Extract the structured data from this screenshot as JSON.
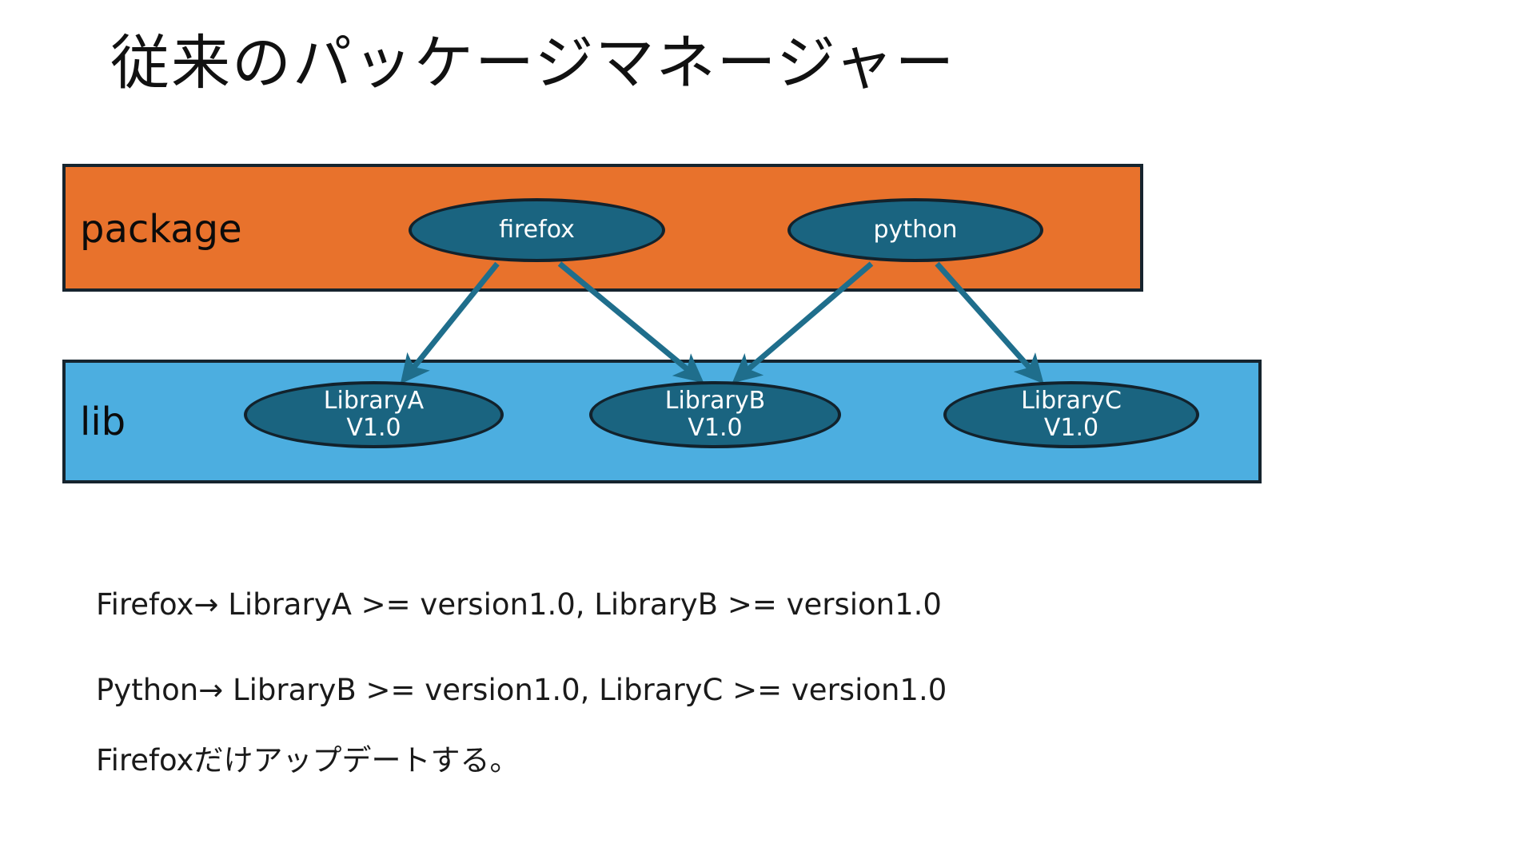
{
  "slide": {
    "title": "従来のパッケージマネージャー",
    "background_color": "#FFFFFF"
  },
  "layers": {
    "package": {
      "label": "package",
      "fill_color": "#E8722C",
      "border_color": "#16242E"
    },
    "lib": {
      "label": "lib",
      "fill_color": "#4CAEE0",
      "border_color": "#16242E"
    }
  },
  "nodes": {
    "firefox": {
      "line1": "firefox",
      "line2": ""
    },
    "python": {
      "line1": "python",
      "line2": ""
    },
    "libraryA": {
      "line1": "LibraryA",
      "line2": "V1.0"
    },
    "libraryB": {
      "line1": "LibraryB",
      "line2": "V1.0"
    },
    "libraryC": {
      "line1": "LibraryC",
      "line2": "V1.0"
    }
  },
  "node_style": {
    "fill_color": "#1A6480",
    "border_color": "#12222C",
    "text_color": "#FFFFFF"
  },
  "edges": [
    {
      "from": "firefox",
      "to": "libraryA"
    },
    {
      "from": "firefox",
      "to": "libraryB"
    },
    {
      "from": "python",
      "to": "libraryB"
    },
    {
      "from": "python",
      "to": "libraryC"
    }
  ],
  "edge_style": {
    "color": "#1F6E8C"
  },
  "notes": [
    "Firefox→ LibraryA >= version1.0, LibraryB >= version1.0",
    "Python→ LibraryB >= version1.0, LibraryC >= version1.0",
    "Firefoxだけアップデートする。"
  ]
}
